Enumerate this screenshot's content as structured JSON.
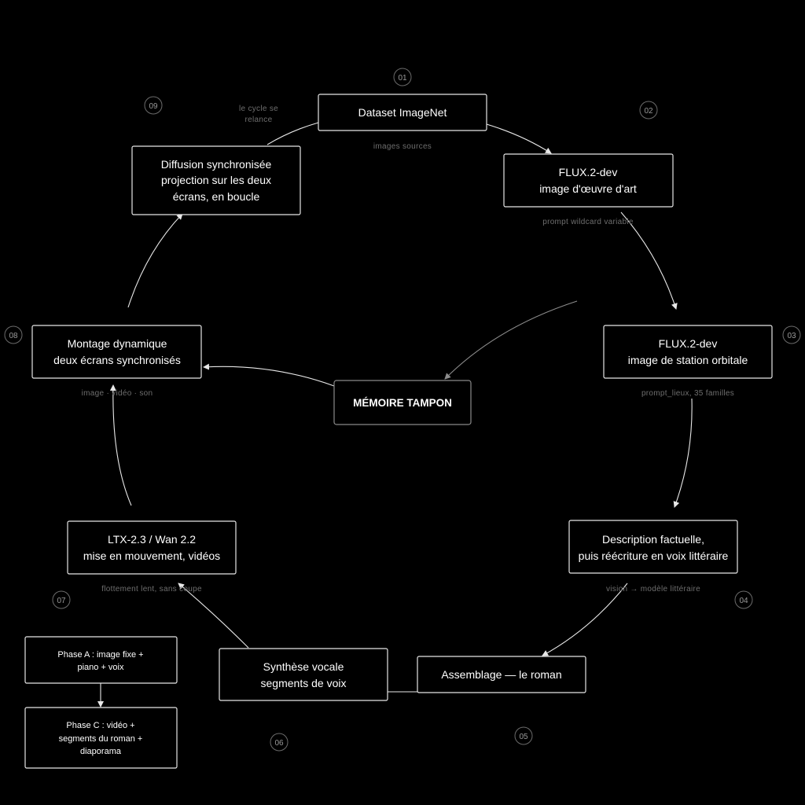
{
  "nodes": {
    "dataset": [
      "Dataset ImageNet"
    ],
    "flux_art": [
      "FLUX.2-dev",
      "image d'œuvre d'art"
    ],
    "flux_station": [
      "FLUX.2-dev",
      "image de station orbitale"
    ],
    "description": [
      "Description factuelle,",
      "puis réécriture en voix littéraire"
    ],
    "assemblage": [
      "Assemblage — le roman"
    ],
    "synthese": [
      "Synthèse vocale",
      "segments de voix"
    ],
    "ltx": [
      "LTX-2.3 / Wan 2.2",
      "mise en mouvement, vidéos"
    ],
    "montage": [
      "Montage dynamique",
      "deux écrans synchronisés"
    ],
    "diffusion": [
      "Diffusion synchronisée",
      "projection sur les deux",
      "écrans, en boucle"
    ],
    "memoire": [
      "MÉMOIRE TAMPON"
    ],
    "phase_a": [
      "Phase A : image fixe +",
      "piano + voix"
    ],
    "phase_c": [
      "Phase C : vidéo +",
      "segments du roman +",
      "diaporama"
    ]
  },
  "edge_labels": {
    "images_sources": "images sources",
    "prompt_wildcard": "prompt wildcard variable",
    "prompt_lieux": "prompt_lieux, 35 familles",
    "vision_modele": "vision → modèle littéraire",
    "flottement": "flottement lent, sans coupe",
    "image_video_son": "image · vidéo · son",
    "cycle_relance": [
      "le cycle se",
      "relance"
    ]
  },
  "steps": [
    "01",
    "02",
    "03",
    "04",
    "05",
    "06",
    "07",
    "08",
    "09"
  ]
}
